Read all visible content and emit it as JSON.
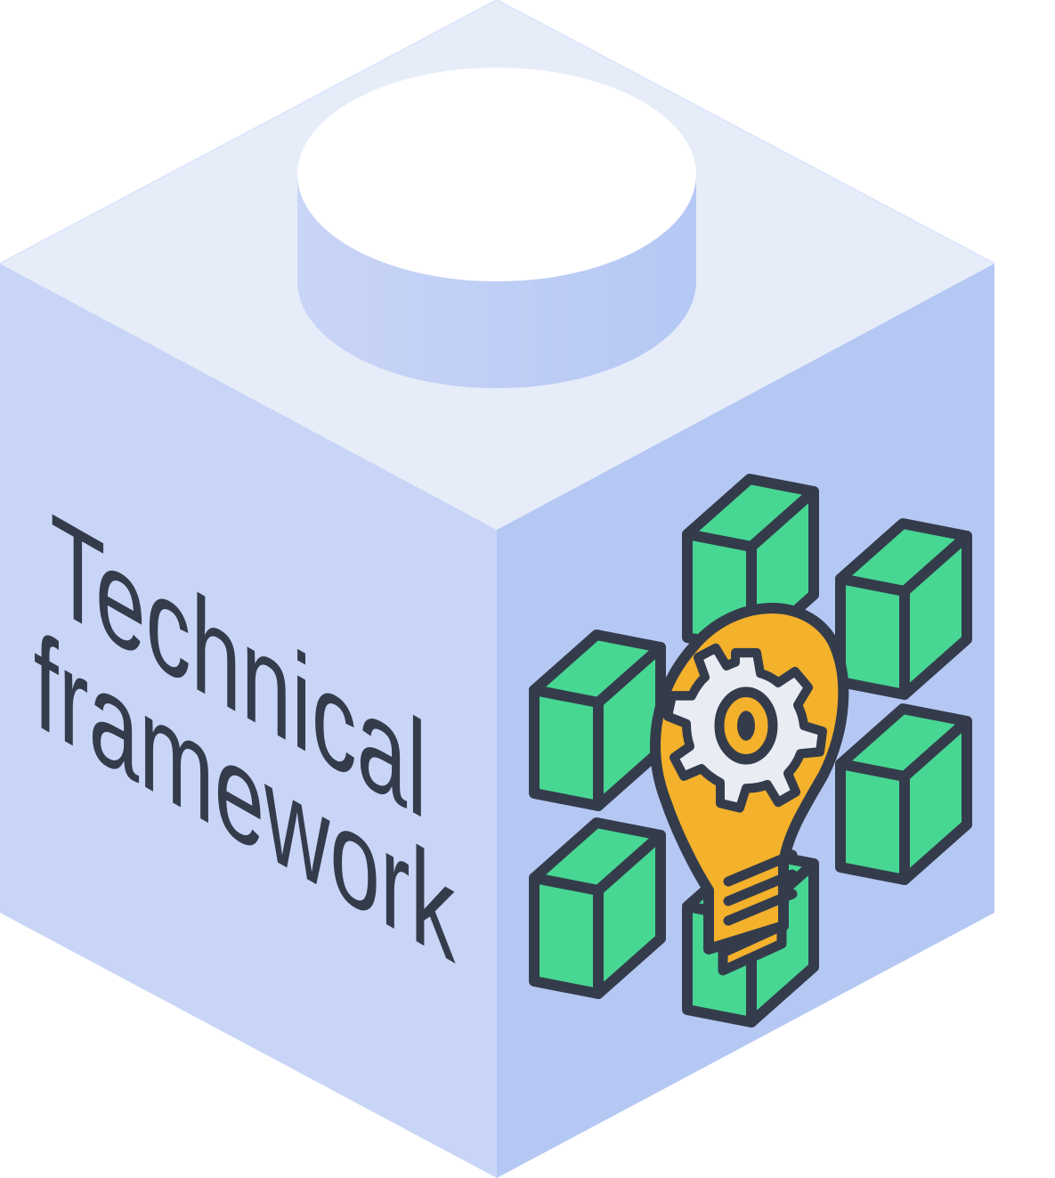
{
  "block": {
    "label_line1": "Technical",
    "label_line2": "framework",
    "colors": {
      "top_face": "#e7edf8",
      "left_face": "#c8d5f6",
      "right_face": "#b5c8f4",
      "stud_top": "#ffffff",
      "stud_side_light": "#c8d5f6",
      "stud_side_dark": "#b5c8f4",
      "text": "#343c4c"
    }
  },
  "icon": {
    "name": "lightbulb-gear-cubes",
    "colors": {
      "cube": "#47d792",
      "bulb": "#f3b12c",
      "gear": "#e9ecf3",
      "outline": "#343c4c"
    }
  }
}
